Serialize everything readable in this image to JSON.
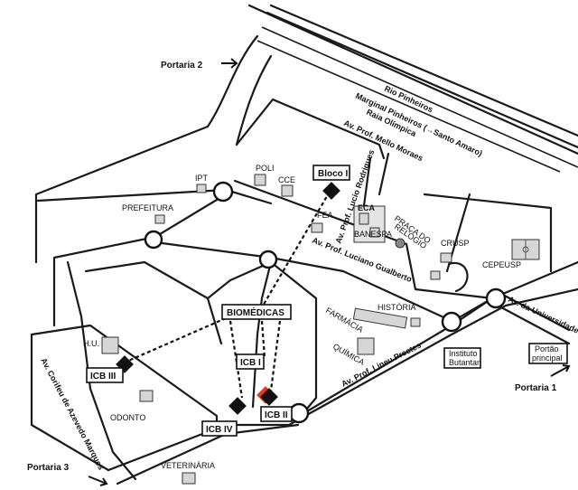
{
  "roads": {
    "rio": "Rio Pinheiros",
    "marginal": "Marginal Pinheiros (→Santo Amaro)",
    "raia": "Raia Olímpica",
    "mello": "Av. Prof. Mello Moraes",
    "lucio": "Av. Prof. Lucio Rodrigues",
    "gualberto": "Av. Prof. Luciano Gualberto",
    "lineu": "Av. Prof. Lineu Prestes",
    "universidade": "Av. da Universidade",
    "corifeu": "Av. Corifeu de Azevedo Marques"
  },
  "gates": {
    "portaria1": "Portaria 1",
    "portaria2": "Portaria 2",
    "portaria3": "Portaria 3"
  },
  "places": {
    "poli": "POLI",
    "cce": "CCE",
    "ipt": "IPT",
    "prefeitura": "PREFEITURA",
    "fea": "FEA",
    "eca": "ECA",
    "banespa": "BANESPA",
    "praca1": "PRAÇA DO",
    "praca2": "RELÓGIO",
    "crusp": "CRUSP",
    "cepeusp": "CEPEUSP",
    "historia": "HISTÓRIA",
    "farmacia": "FARMÁCIA",
    "quimica": "QUÍMICA",
    "butantan1": "Instituto",
    "butantan2": "Butantan",
    "portao1": "Portão",
    "portao2": "principal",
    "hu": "H.U.",
    "odonto": "ODONTO",
    "veterinaria": "VETERINÁRIA"
  },
  "labels": {
    "bloco1": "Bloco I",
    "biomedicas": "BIOMÉDICAS",
    "icb1": "ICB I",
    "icb2": "ICB II",
    "icb3": "ICB III",
    "icb4": "ICB IV"
  },
  "colors": {
    "highlight": "#e8391f",
    "ink": "#111111",
    "building": "#d6d6d6"
  }
}
